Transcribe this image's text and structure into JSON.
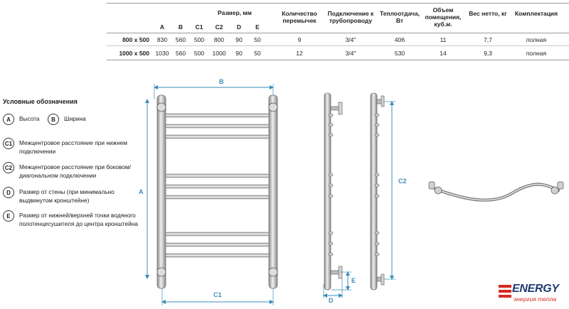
{
  "table": {
    "size_header": "Размер, мм",
    "size_columns": [
      "A",
      "B",
      "C1",
      "C2",
      "D",
      "E"
    ],
    "headers": {
      "qty": "Количество перемычек",
      "connection": "Подключение к трубопроводу",
      "heat": "Теплоотдача, Вт",
      "volume": "Объем помещения, куб.м.",
      "weight": "Вес нетто, кг",
      "kit": "Комплектация"
    },
    "rows": [
      {
        "label": "800 х 500",
        "A": "830",
        "B": "560",
        "C1": "500",
        "C2": "800",
        "D": "90",
        "E": "50",
        "qty": "9",
        "connection": "3/4\"",
        "heat": "406",
        "volume": "11",
        "weight": "7,7",
        "kit": "полная"
      },
      {
        "label": "1000 х 500",
        "A": "1030",
        "B": "560",
        "C1": "500",
        "C2": "1000",
        "D": "90",
        "E": "50",
        "qty": "12",
        "connection": "3/4\"",
        "heat": "530",
        "volume": "14",
        "weight": "9,3",
        "kit": "полная"
      }
    ]
  },
  "legend": {
    "title": "Условные обозначения",
    "items": [
      {
        "key": "A",
        "text": "Высота"
      },
      {
        "key": "B",
        "text": "Ширина"
      },
      {
        "key": "C1",
        "text": "Межцентровое расстояние при нижнем подключении"
      },
      {
        "key": "C2",
        "text": "Межцентровое расстояние при боковом/диагональном подключении"
      },
      {
        "key": "D",
        "text": "Размер от стены (при минимально выдвинутом кронштейне)"
      },
      {
        "key": "E",
        "text": "Размер от нижней/верхней точки водяного полотенцесушителя до центра кронштейна"
      }
    ]
  },
  "dimensions": {
    "a": "A",
    "b": "B",
    "c1": "C1",
    "c2": "C2",
    "d": "D",
    "e": "E"
  },
  "logo": {
    "word": "ENERGY",
    "sub": "энергия тепла"
  },
  "colors": {
    "dimension": "#3a8db8",
    "rail": "#b8b8b8",
    "rail_dark": "#7d7d7d",
    "logo_red": "#d62a20",
    "logo_blue": "#1f3a73"
  }
}
